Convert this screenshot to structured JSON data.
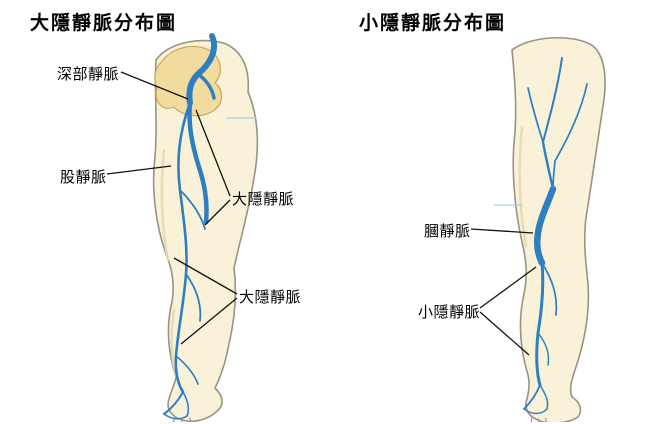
{
  "figure": {
    "left": {
      "title": "大隱靜脈分布圖",
      "labels": {
        "deep_vein": "深部靜脈",
        "femoral_vein": "股靜脈",
        "great_saphenous_upper": "大隱靜脈",
        "great_saphenous_lower": "大隱靜脈"
      }
    },
    "right": {
      "title": "小隱靜脈分布圖",
      "labels": {
        "popliteal_vein": "膕靜脈",
        "small_saphenous_vein": "小隱靜脈"
      }
    }
  },
  "colors": {
    "vein": "#2e7fc1",
    "vein_light": "#a9cde6",
    "skin": "#f9f1d8",
    "skin_shade": "#e6d9b2",
    "bone": "#f1dc9e",
    "outline": "#9a9283",
    "leader": "#111111",
    "background": "#ffffff"
  }
}
